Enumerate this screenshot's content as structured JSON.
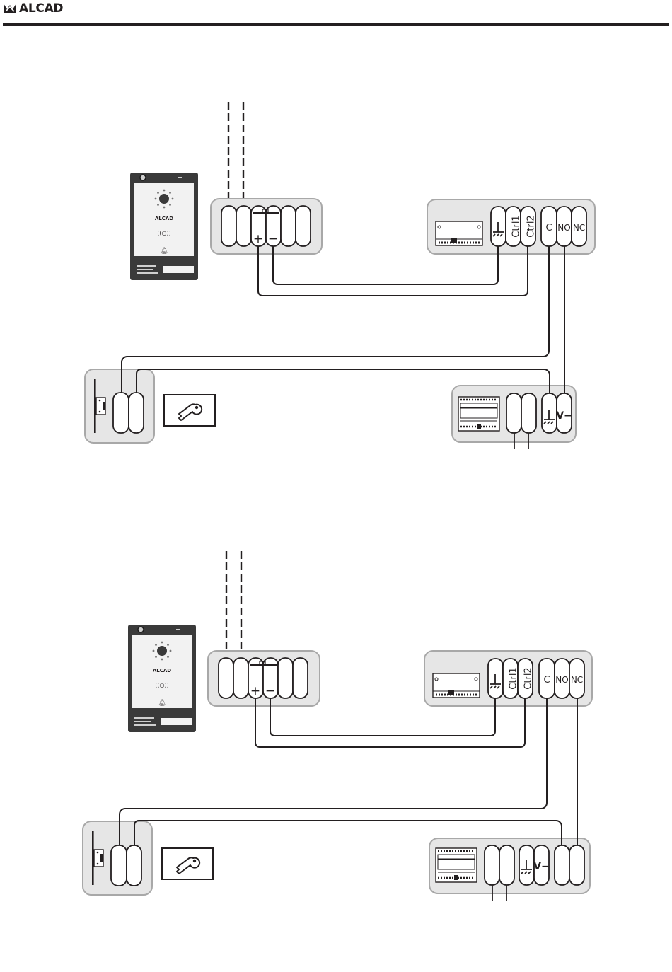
{
  "header": {
    "brand": "ALCAD",
    "logo_icon": "alcad-logo-icon"
  },
  "panel": {
    "brand": "ALCAD",
    "icons": [
      "camera-icon",
      "ring-led-icon",
      "rfid-icon",
      "bell-icon"
    ]
  },
  "terminals": {
    "plus": "+",
    "minus": "−",
    "ground": "⏊",
    "ctrl1": "Ctrl1",
    "ctrl2": "Ctrl2",
    "c": "C",
    "no": "NO",
    "nc": "NC",
    "v_minus": "V−"
  },
  "icons": {
    "key": "key-icon",
    "lock": "door-lock-icon",
    "relay_module": "relay-module-icon",
    "power_supply": "power-supply-icon",
    "ground": "ground-icon"
  },
  "colors": {
    "line": "#231f20",
    "box_fill": "#e6e6e6",
    "box_stroke": "#a8a8a8",
    "panel_body": "#3a3a3a",
    "panel_face": "#f2f2f2"
  }
}
